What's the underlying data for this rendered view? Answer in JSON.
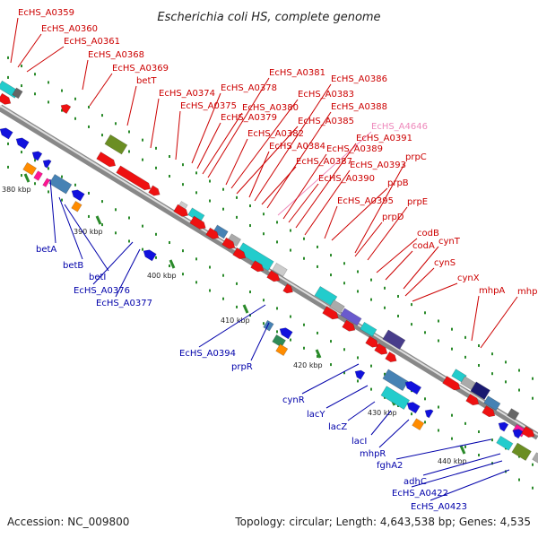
{
  "title": "Escherichia coli HS, complete genome",
  "footer": {
    "accession": "Accession: NC_009800",
    "topology": "Topology: circular; Length: 4,643,538 bp; Genes: 4,535"
  },
  "colors": {
    "forward_label": "#cc0000",
    "reverse_label": "#0000aa",
    "highlight_label": "#ee88bb",
    "forward_gene": "#ee1111",
    "reverse_gene": "#1111dd"
  },
  "ruler": [
    "380 kbp",
    "390 kbp",
    "400 kbp",
    "410 kbp",
    "420 kbp",
    "430 kbp",
    "440 kbp"
  ],
  "forward_labels": [
    "EcHS_A0359",
    "EcHS_A0360",
    "EcHS_A0361",
    "EcHS_A0368",
    "EcHS_A0369",
    "betT",
    "EcHS_A0374",
    "EcHS_A0375",
    "EcHS_A0378",
    "EcHS_A0379",
    "EcHS_A0380",
    "EcHS_A0381",
    "EcHS_A0382",
    "EcHS_A0383",
    "EcHS_A0384",
    "EcHS_A0385",
    "EcHS_A0386",
    "EcHS_A0387",
    "EcHS_A0388",
    "EcHS_A4646",
    "EcHS_A0389",
    "EcHS_A0390",
    "EcHS_A0391",
    "EcHS_A0393",
    "prpC",
    "prpB",
    "EcHS_A0395",
    "prpE",
    "prpD",
    "codB",
    "codA",
    "cynT",
    "cynS",
    "cynX",
    "mhpA",
    "mhpB"
  ],
  "reverse_labels": [
    "betA",
    "betB",
    "betI",
    "EcHS_A0376",
    "EcHS_A0377",
    "EcHS_A0394",
    "prpR",
    "cynR",
    "lacY",
    "lacZ",
    "lacI",
    "mhpR",
    "fghA2",
    "adhC",
    "EcHS_A0422",
    "EcHS_A0423"
  ]
}
